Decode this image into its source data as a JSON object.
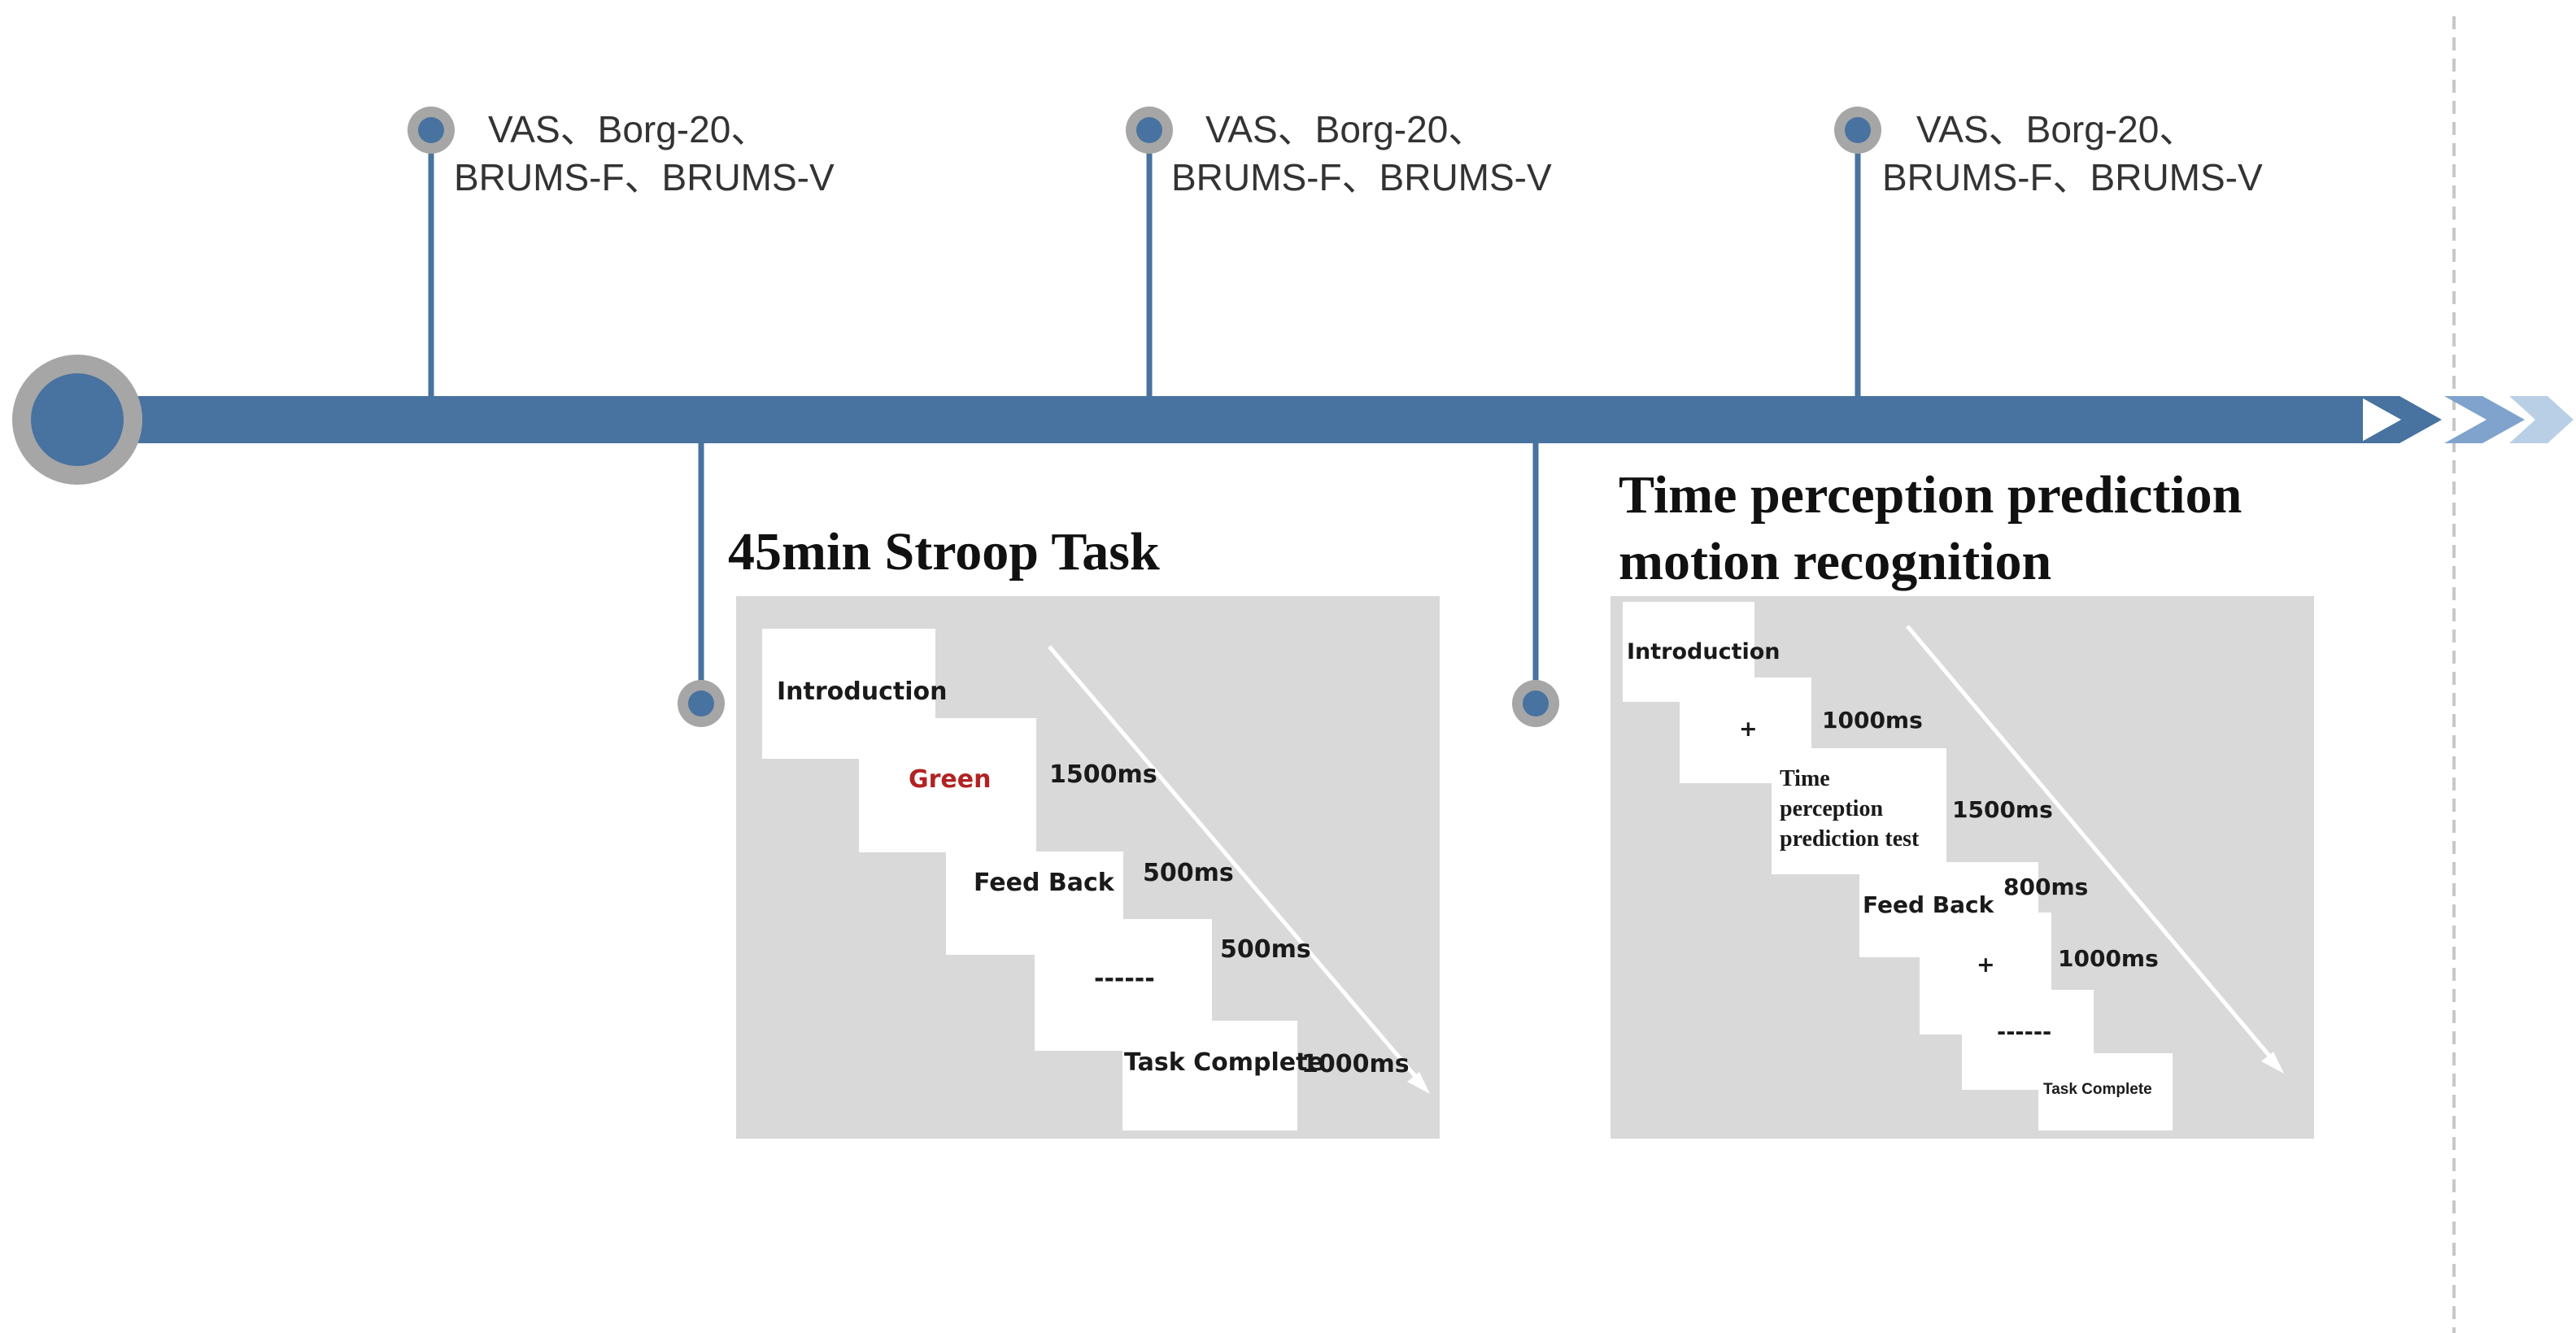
{
  "colors": {
    "timeline": "#4872a0",
    "node_ring": "#a6a6a6",
    "panel_bg": "#d9d9d9",
    "card_bg": "#ffffff",
    "text": "#1a1a1a",
    "stimulus_red": "#b22222",
    "arrow_light_1": "#7fa3cc",
    "arrow_light_2": "#b9cfe6"
  },
  "timeline": {
    "measures": [
      {
        "line1": "VAS、Borg-20、",
        "line2": "BRUMS-F、BRUMS-V"
      },
      {
        "line1": "VAS、Borg-20、",
        "line2": "BRUMS-F、BRUMS-V"
      },
      {
        "line1": "VAS、Borg-20、",
        "line2": "BRUMS-F、BRUMS-V"
      }
    ]
  },
  "stroop": {
    "title": "45min Stroop Task",
    "cards": [
      "Introduction",
      "Green",
      "Feed Back",
      "------",
      "Task Complete"
    ],
    "durations": [
      "1500ms",
      "500ms",
      "500ms",
      "1000ms"
    ]
  },
  "time_task": {
    "title_line1": "Time perception prediction",
    "title_line2": "motion recognition",
    "cards": [
      "Introduction",
      "+",
      "Time",
      "perception",
      "prediction test",
      "Feed Back",
      "+",
      "------",
      "Task Complete"
    ],
    "durations": [
      "1000ms",
      "1500ms",
      "800ms",
      "1000ms"
    ]
  }
}
